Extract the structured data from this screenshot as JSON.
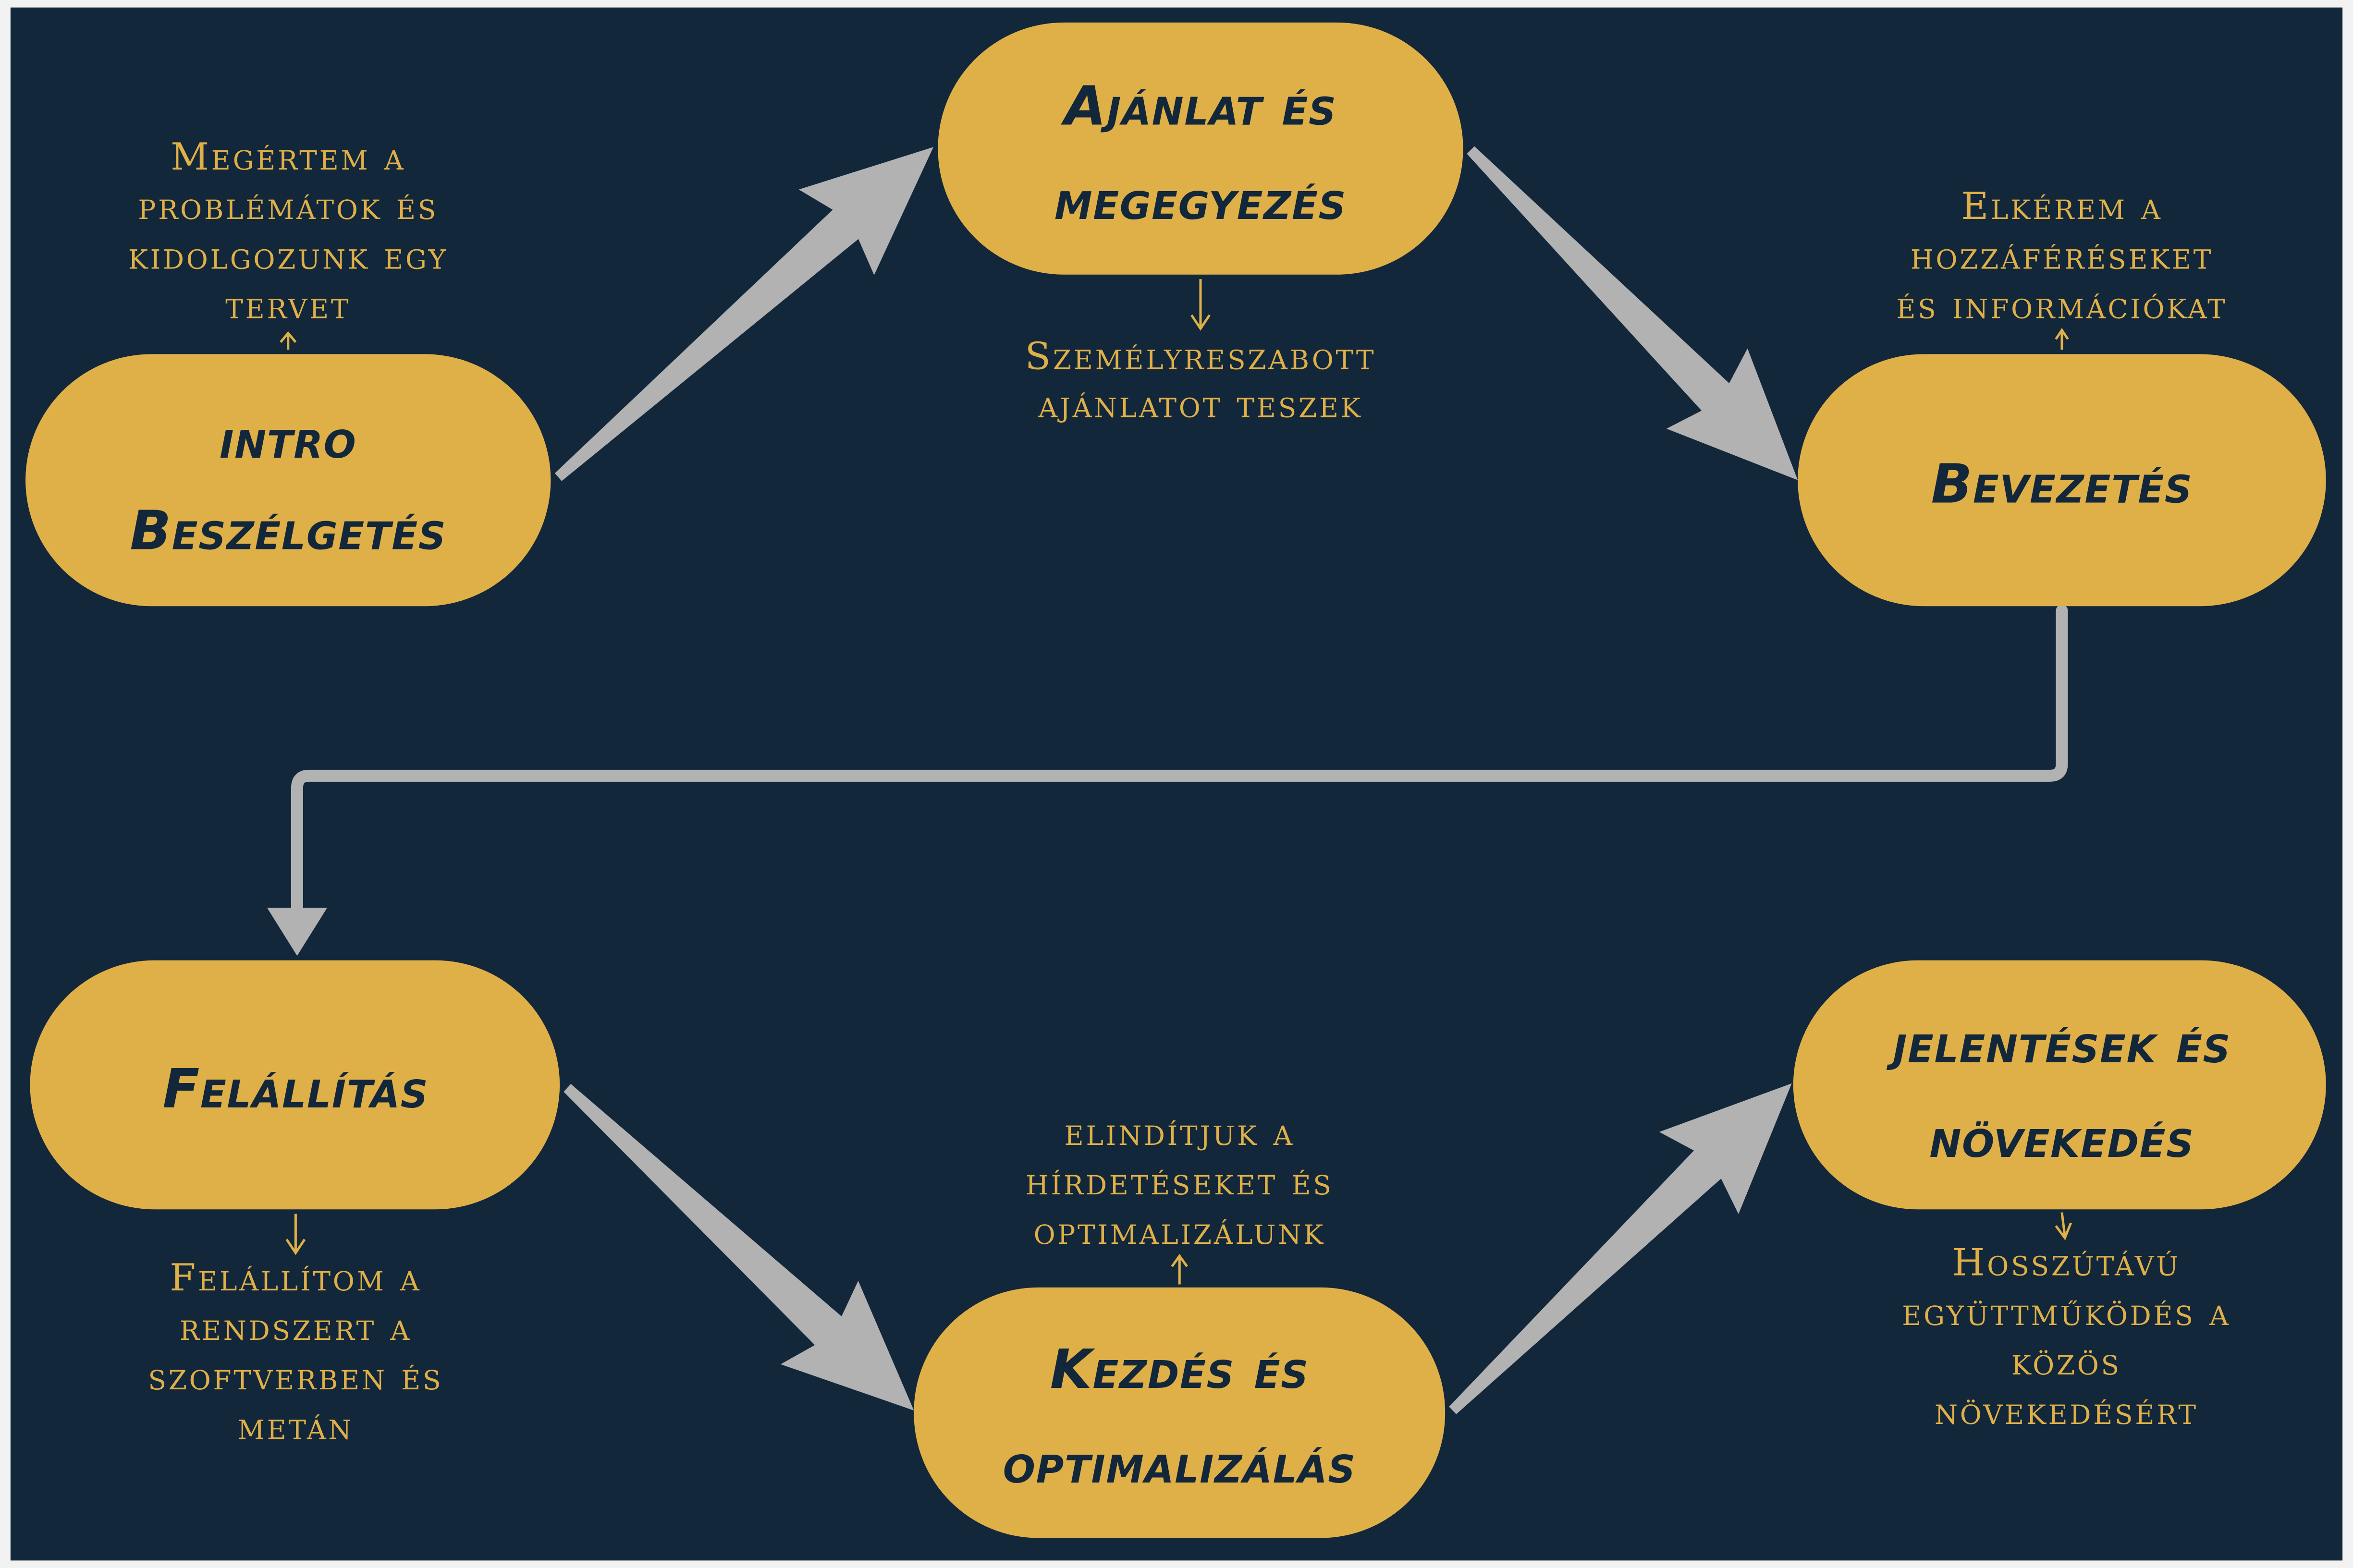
{
  "colors": {
    "background": "#13273b",
    "node_fill": "#e0b048",
    "node_text": "#13273b",
    "note_text": "#e0b048",
    "arrow": "#b2b2b2"
  },
  "nodes": [
    {
      "id": "intro",
      "lines": [
        "intro",
        "Beszélgetés"
      ]
    },
    {
      "id": "ajanlat",
      "lines": [
        "Ajánlat és",
        "megegyezés"
      ]
    },
    {
      "id": "bevezetes",
      "lines": [
        "Bevezetés"
      ]
    },
    {
      "id": "felallitas",
      "lines": [
        "Felállítás"
      ]
    },
    {
      "id": "kezdes",
      "lines": [
        "Kezdés és",
        "optimalizálás"
      ]
    },
    {
      "id": "jelentesek",
      "lines": [
        "jelentések és",
        "növekedés"
      ]
    }
  ],
  "notes": [
    {
      "node": "intro",
      "lines": [
        "Megértem a",
        "problémátok és",
        "kidolgozunk egy",
        "tervet"
      ]
    },
    {
      "node": "ajanlat",
      "lines": [
        "Személyreszabott",
        "ajánlatot teszek"
      ]
    },
    {
      "node": "bevezetes",
      "lines": [
        "Elkérem a",
        "hozzáféréseket",
        "és információkat"
      ]
    },
    {
      "node": "felallitas",
      "lines": [
        "Felállítom a",
        "rendszert a",
        "szoftverben és",
        "metán"
      ]
    },
    {
      "node": "kezdes",
      "lines": [
        "elindítjuk a",
        "hírdetéseket és",
        "optimalizálunk"
      ]
    },
    {
      "node": "jelentesek",
      "lines": [
        "Hosszútávú",
        "együttműködés a",
        "közös",
        "növekedésért"
      ]
    }
  ]
}
